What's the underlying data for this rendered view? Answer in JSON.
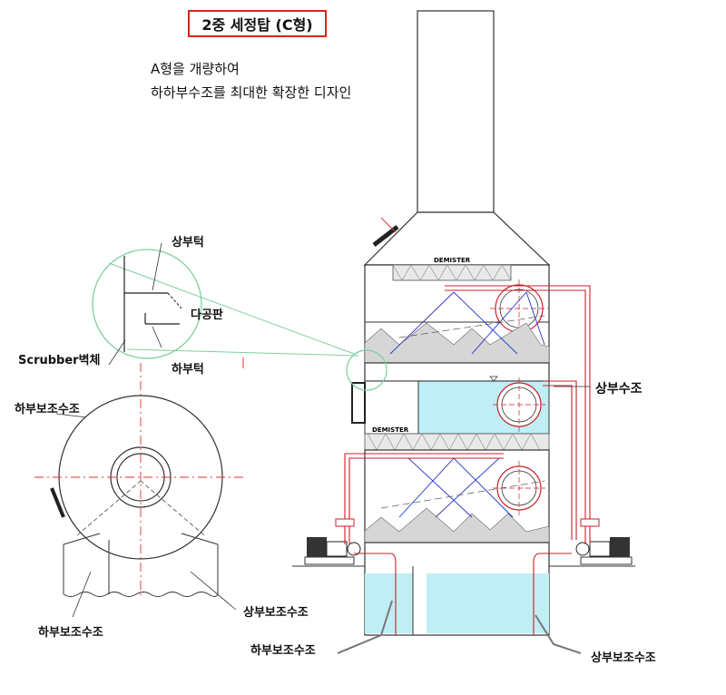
{
  "title": "2중 세정탑 (C형)",
  "description": [
    "A형을 개량하여",
    "하하부수조를 최대한 확장한 디자인"
  ],
  "labels": {
    "upper_tray": "상부턱",
    "perforated_plate": "다공판",
    "lower_tray": "하부턱",
    "scrubber_wall": "Scrubber벽체",
    "upper_tank": "상부수조",
    "lower_aux_tank_top": "하부보조수조",
    "lower_aux_tank_left": "하부보조수조",
    "upper_aux_tank_mid": "상부보조수조",
    "lower_aux_tank_bottom": "하부보조수조",
    "upper_aux_tank_right": "상부보조수조",
    "demister_top": "DEMISTER",
    "demister_mid": "DEMISTER"
  },
  "colors": {
    "title_border": "#d9261c",
    "water": "#bfeef5",
    "pipe_red": "#c8202a",
    "spray_blue": "#2233cc",
    "callout_green": "#7fcf9f"
  }
}
